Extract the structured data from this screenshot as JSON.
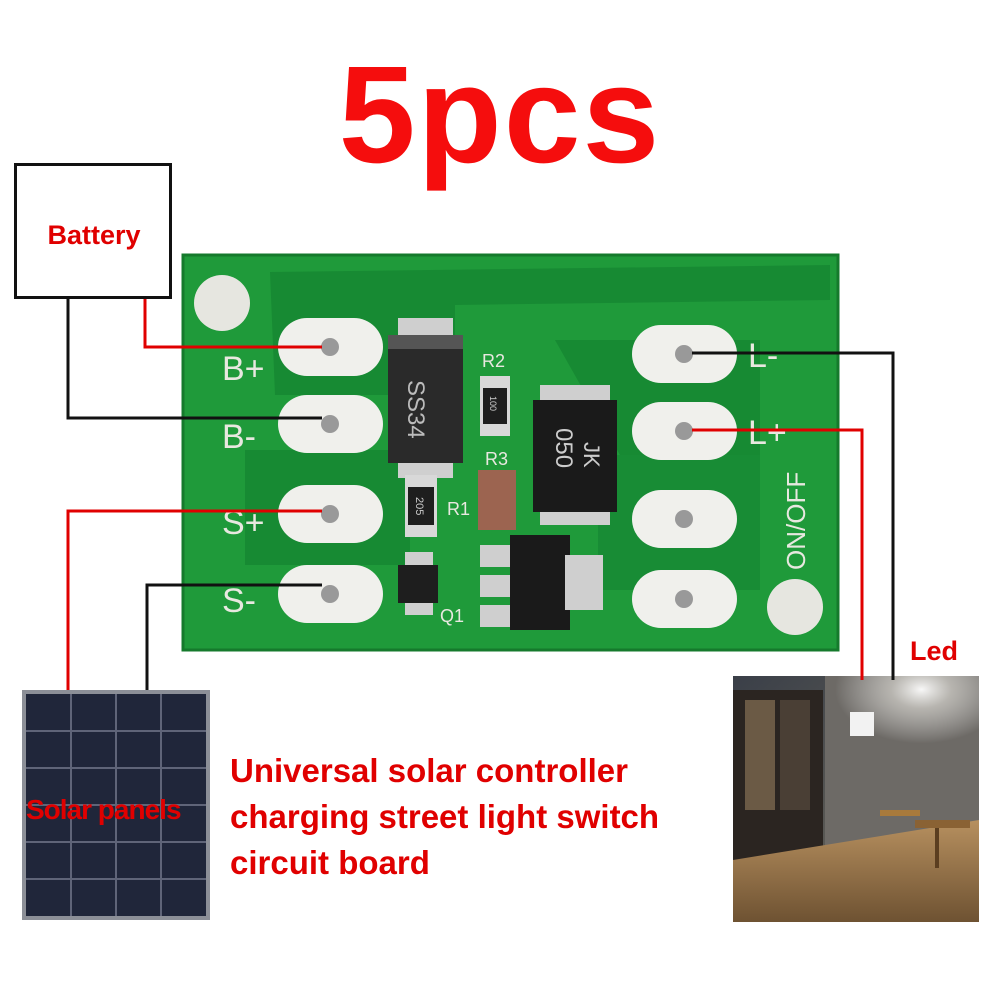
{
  "title": "5pcs",
  "labels": {
    "battery": "Battery",
    "led": "Led",
    "solar_panels": "Solar panels"
  },
  "description": [
    "Universal solar controller",
    "charging street light switch",
    "circuit board"
  ],
  "board": {
    "pads_left": [
      "B+",
      "B-",
      "S+",
      "S-"
    ],
    "pads_right": [
      "L-",
      "L+"
    ],
    "switch_label": "ON/OFF",
    "components": {
      "diode": "SS34",
      "r1": "R1",
      "r2": "R2",
      "r3": "R3",
      "q1": "Q1",
      "inductor_line1": "JK",
      "inductor_line2": "050",
      "r1_code": "205",
      "r2_code": "100"
    }
  },
  "colors": {
    "title": "#f50d0d",
    "label_red": "#e00000",
    "wire_red": "#e00000",
    "wire_black": "#111111",
    "board_green": "#1f9a3a"
  }
}
